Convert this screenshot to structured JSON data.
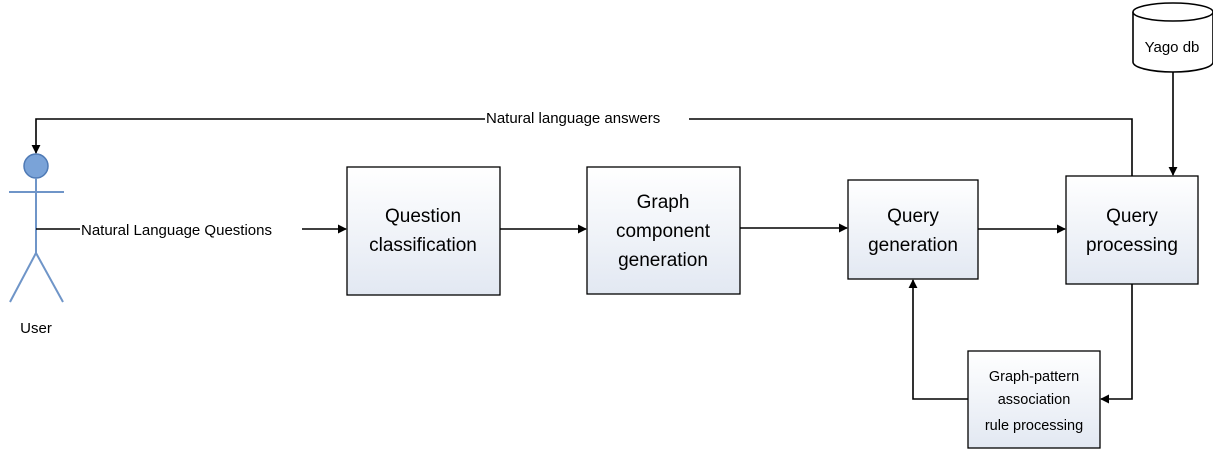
{
  "diagram": {
    "actor": {
      "label": "User",
      "icon": "stick-figure-user",
      "head_color": "#7aa3d8",
      "body_color": "#6f95c8"
    },
    "database": {
      "label": "Yago db",
      "icon": "database-cylinder"
    },
    "nodes": {
      "question_classification": {
        "lines": [
          "Question",
          "classification"
        ]
      },
      "graph_component_generation": {
        "lines": [
          "Graph",
          "component",
          "generation"
        ]
      },
      "query_generation": {
        "lines": [
          "Query",
          "generation"
        ]
      },
      "query_processing": {
        "lines": [
          "Query",
          "processing"
        ]
      },
      "graph_pattern": {
        "lines": [
          "Graph-pattern",
          "association",
          "rule processing"
        ]
      }
    },
    "edges": {
      "questions_label": "Natural Language Questions",
      "answers_label": "Natural language answers"
    },
    "colors": {
      "box_fill_top": "#ffffff",
      "box_fill_bottom": "#e3e8f2",
      "line": "#000000"
    }
  }
}
